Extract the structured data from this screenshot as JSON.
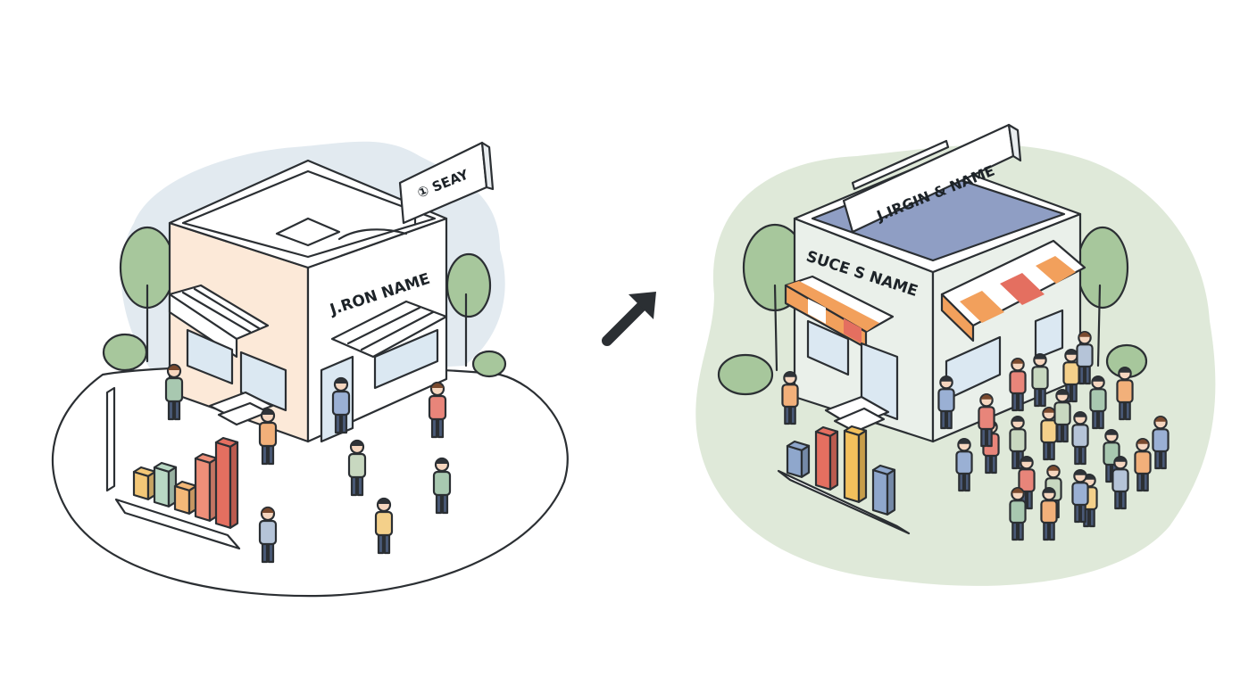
{
  "left_scene": {
    "rooftop_sign": "① SEAY",
    "facade_sign": "J.RON NAME",
    "bar_values": [
      2,
      3,
      2,
      5,
      7
    ],
    "bar_colors": [
      "#f3c777",
      "#b9d8c4",
      "#f3b878",
      "#ee8f79",
      "#e46f60"
    ]
  },
  "right_scene": {
    "rooftop_sign": "J.IRGIN & NAME",
    "facade_sign": "SUCE S NAME",
    "bar_values": [
      2,
      4,
      5,
      3
    ],
    "bar_colors": [
      "#8fa7cc",
      "#e46f60",
      "#f3c05c",
      "#8fa7cc"
    ]
  },
  "arrow": {
    "direction": "up-right",
    "color": "#2b2f33"
  },
  "colors": {
    "left_backdrop": "#e2eaf0",
    "right_backdrop": "#dfe9d9",
    "left_wall": "#fce9d8",
    "right_wall": "#eaf0ea",
    "roof_solar": "#8f9ec4",
    "awning_orange": "#f2a05c",
    "awning_red": "#e46f60",
    "tree_green": "#a7c79c"
  }
}
